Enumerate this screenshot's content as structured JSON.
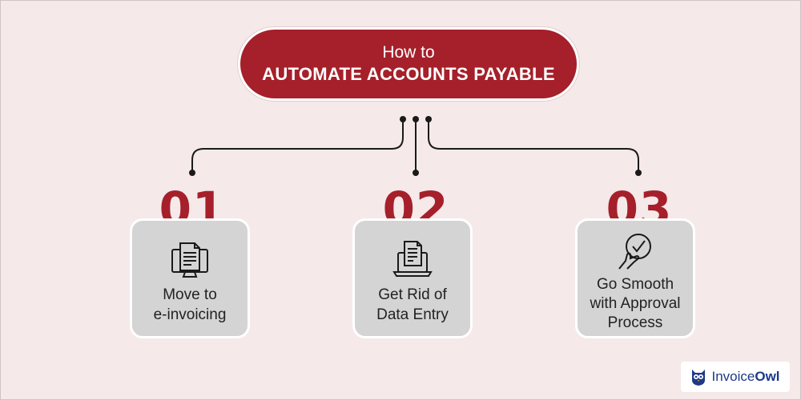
{
  "title": {
    "line1": "How to",
    "line2": "AUTOMATE ACCOUNTS PAYABLE"
  },
  "steps": [
    {
      "number": "01",
      "lines": [
        "Move to",
        "e-invoicing"
      ],
      "icon": "monitor-document-icon"
    },
    {
      "number": "02",
      "lines": [
        "Get Rid of",
        "Data Entry"
      ],
      "icon": "laptop-document-icon"
    },
    {
      "number": "03",
      "lines": [
        "Go Smooth",
        "with Approval",
        "Process"
      ],
      "icon": "hand-checkmark-icon"
    }
  ],
  "brand": {
    "name_regular": "Invoice",
    "name_bold": "Owl",
    "icon": "owl-logo-icon"
  },
  "colors": {
    "accent": "#a5202a",
    "background": "#f5e9e9",
    "card": "#d4d4d4",
    "text": "#222222",
    "brand": "#1d3a8a"
  }
}
